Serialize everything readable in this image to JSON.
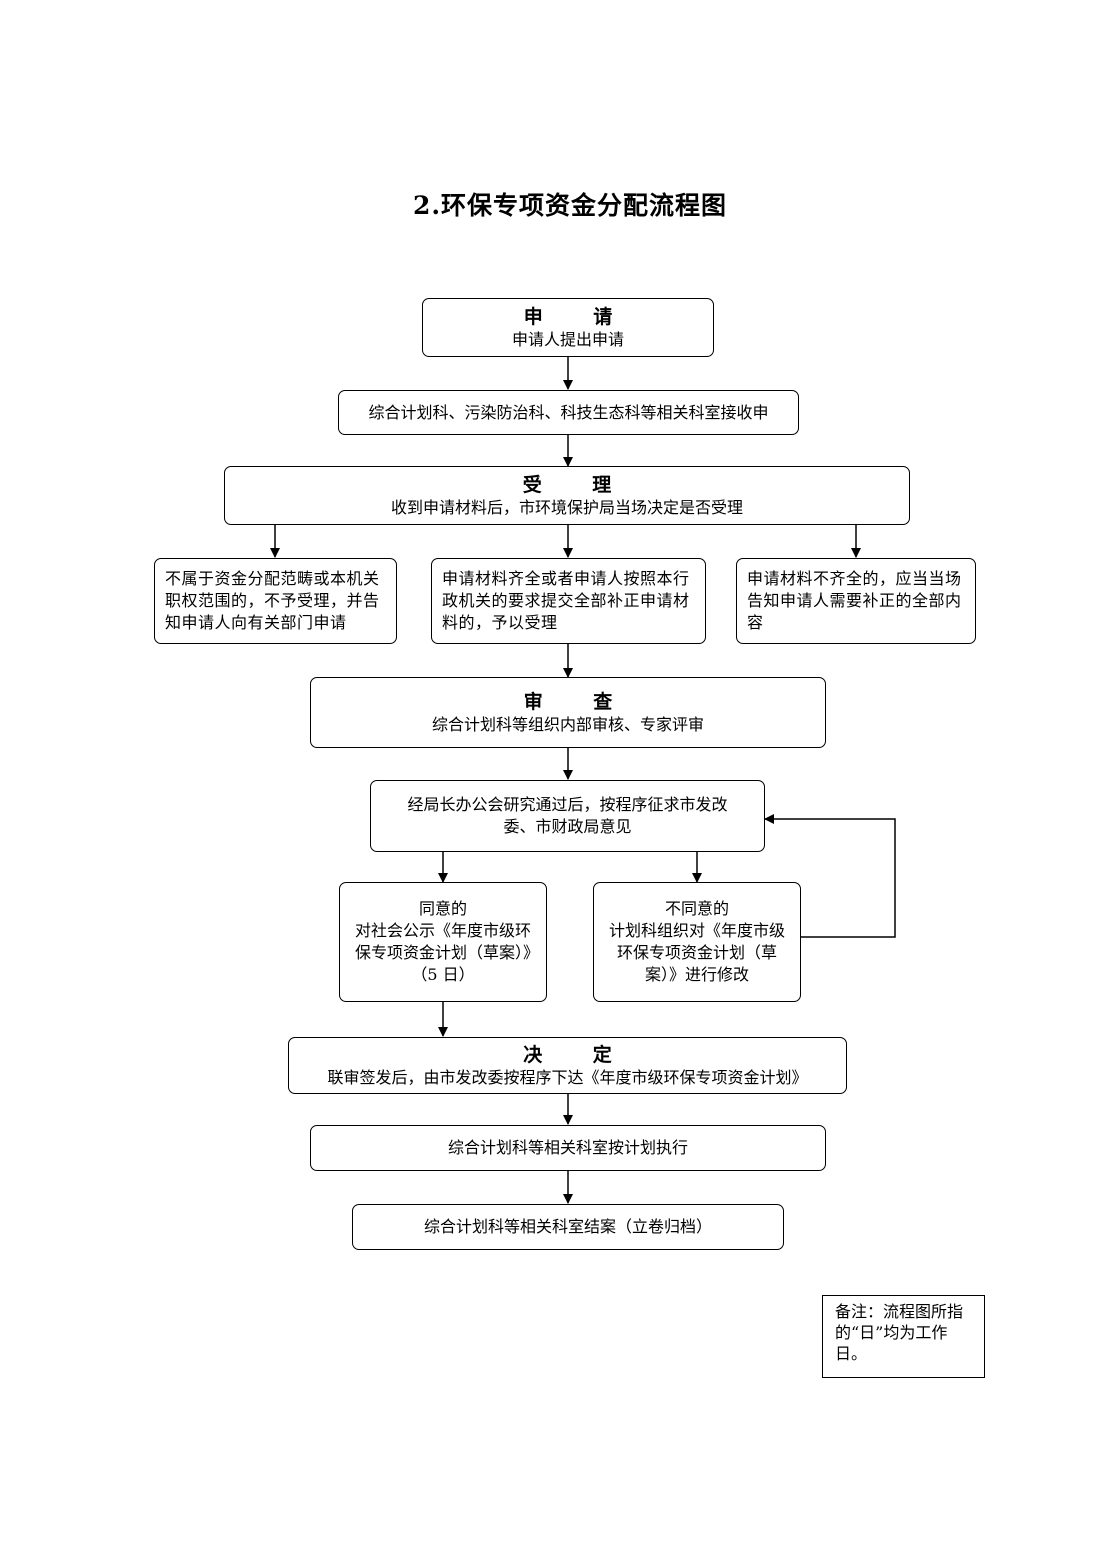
{
  "title": "2.环保专项资金分配流程图",
  "nodes": {
    "apply": {
      "head": "申  请",
      "text": "申请人提出申请"
    },
    "receive": {
      "text": "综合计划科、污染防治科、科技生态科等相关科室接收申"
    },
    "accept": {
      "head": "受  理",
      "text": "收到申请材料后，市环境保护局当场决定是否受理"
    },
    "not_in_scope": {
      "text": "不属于资金分配范畴或本机关职权范围的，不予受理，并告知申请人向有关部门申请"
    },
    "complete": {
      "text": "申请材料齐全或者申请人按照本行政机关的要求提交全部补正申请材料的，予以受理"
    },
    "incomplete": {
      "text": "申请材料不齐全的，应当当场告知申请人需要补正的全部内容"
    },
    "review": {
      "head": "审  查",
      "text": "综合计划科等组织内部审核、专家评审"
    },
    "consult": {
      "text": "经局长办公会研究通过后，按程序征求市发改委、市财政局意见"
    },
    "agree": {
      "line1": "同意的",
      "text": "对社会公示《年度市级环保专项资金计划（草案）》（5 日）"
    },
    "disagree": {
      "line1": "不同意的",
      "text": "计划科组织对《年度市级环保专项资金计划（草案）》进行修改"
    },
    "decide": {
      "head": "决  定",
      "text": "联审签发后，由市发改委按程序下达《年度市级环保专项资金计划》"
    },
    "execute": {
      "text": "综合计划科等相关科室按计划执行"
    },
    "close": {
      "text": "综合计划科等相关科室结案（立卷归档）"
    }
  },
  "note": "备注：流程图所指的“日”均为工作日。"
}
